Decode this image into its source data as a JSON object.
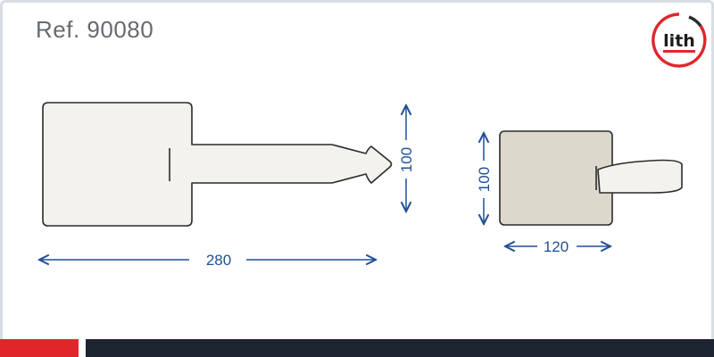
{
  "header": {
    "reference": "Ref. 90080"
  },
  "logo": {
    "text": "lith"
  },
  "dimensions": {
    "front_width": "280",
    "front_height": "100",
    "side_height": "100",
    "side_width": "120"
  },
  "colors": {
    "dimension_line": "#1f4f95",
    "tag_front_fill": "#f3f2ec",
    "tag_side_fill": "#dcd8cc",
    "outline": "#2b2b2b",
    "brand_red": "#e0262b",
    "footer_dark": "#1c2430",
    "card_border": "#d7dde5"
  },
  "icons": {
    "dimension_arrow": "arrow-head-icon"
  }
}
